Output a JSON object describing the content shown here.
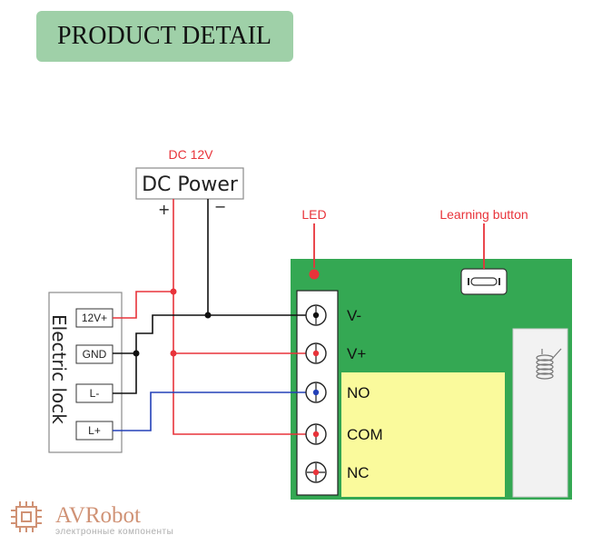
{
  "banner": {
    "title": "PRODUCT DETAIL"
  },
  "power": {
    "voltage_label": "DC 12V",
    "title": "DC Power",
    "plus": "+",
    "minus": "−"
  },
  "board": {
    "led_label": "LED",
    "learning_button_label": "Learning button",
    "pins": [
      "V-",
      "V+",
      "NO",
      "COM",
      "NC"
    ]
  },
  "lock": {
    "title": "Electric lock",
    "terminals": [
      "12V+",
      "GND",
      "L-",
      "L+"
    ]
  },
  "logo": {
    "name": "AVRobot",
    "tagline": "электронные компоненты"
  },
  "colors": {
    "banner_bg": "#9fd0a8",
    "board_green": "#34a853",
    "relay_yellow": "#fafa9c",
    "wire_red": "#e8333a",
    "wire_blue": "#2340b8",
    "wire_black": "#111111",
    "logo_orange": "#c8805e"
  }
}
